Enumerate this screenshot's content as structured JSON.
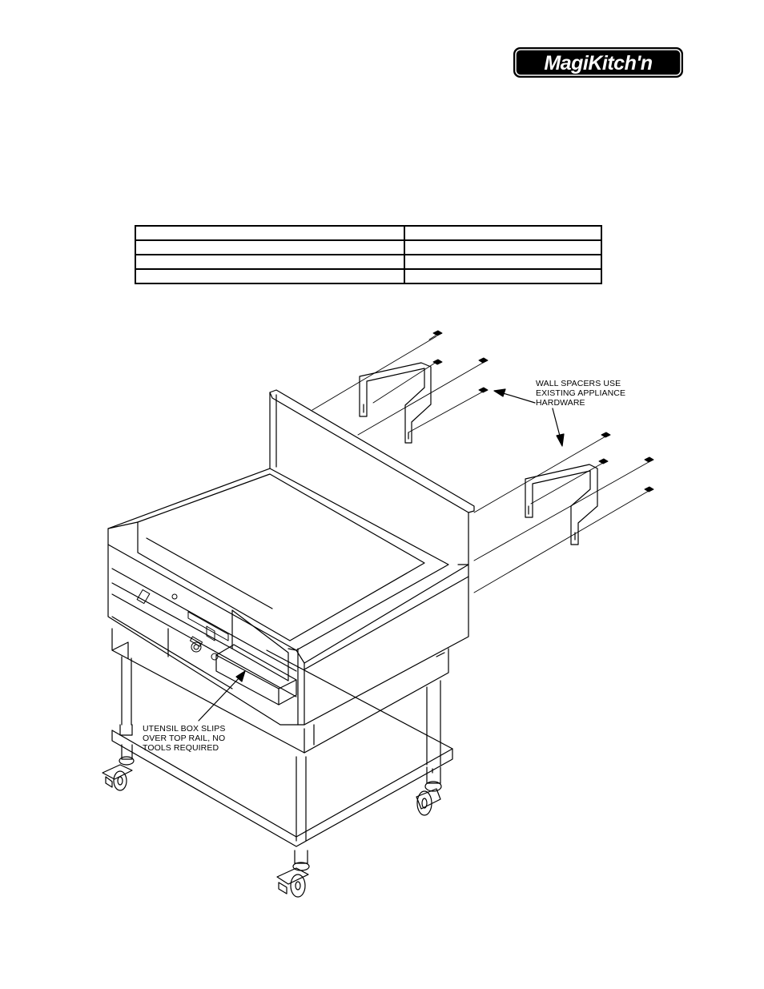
{
  "brand": {
    "logo_text": "MagiKitch'n"
  },
  "parts_table": {
    "rows": [
      [
        "",
        ""
      ],
      [
        "",
        ""
      ],
      [
        "",
        ""
      ],
      [
        "",
        ""
      ]
    ]
  },
  "drawing": {
    "callouts": {
      "wall_spacers": "WALL SPACERS USE\nEXISTING APPLIANCE\nHARDWARE",
      "utensil_box": "UTENSIL BOX SLIPS\nOVER TOP RAIL, NO\nTOOLS REQUIRED"
    }
  }
}
